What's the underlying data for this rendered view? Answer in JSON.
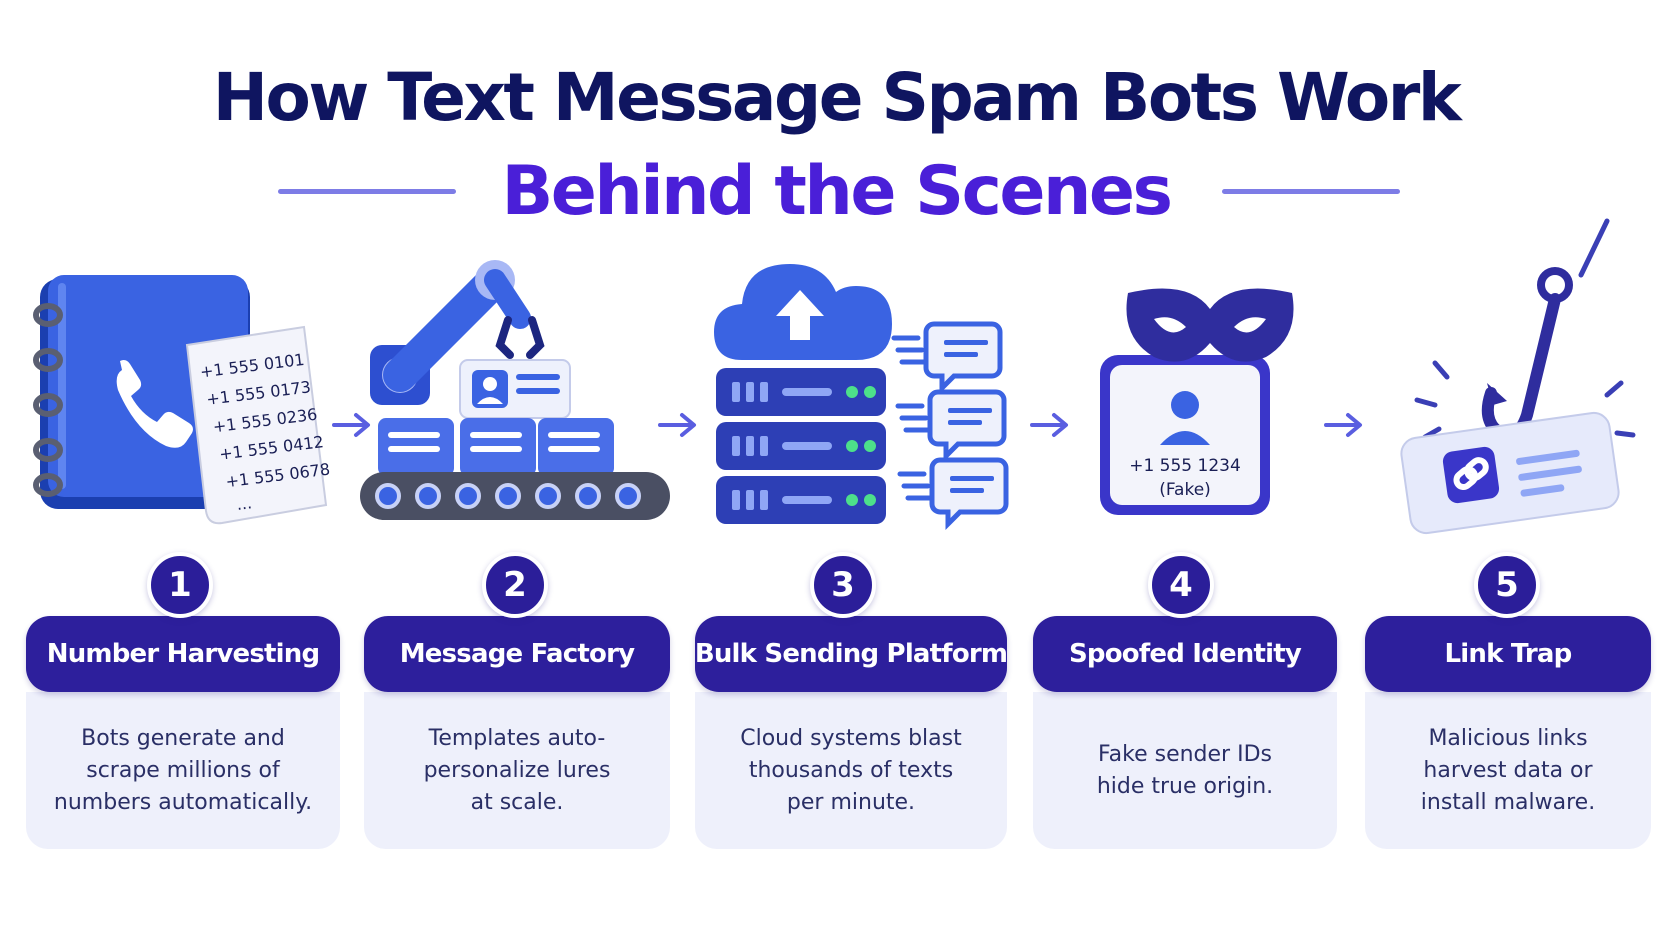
{
  "title": {
    "line1": "How Text Message Spam Bots Work",
    "line2": "Behind the Scenes"
  },
  "colors": {
    "navy": "#0f1560",
    "purple": "#4a1fd8",
    "badge": "#2b1e99",
    "card": "#eef0fb",
    "accent_blue": "#3b5be0"
  },
  "phone_numbers": [
    "+1 555 0101",
    "+1 555 0173",
    "+1 555 0236",
    "+1 555 0412",
    "+1 555 0678",
    "..."
  ],
  "fake_sender": {
    "number": "+1 555 1234",
    "tag": "(Fake)"
  },
  "steps": [
    {
      "number": "1",
      "title": "Number Harvesting",
      "description": "Bots generate and\nscrape millions of\nnumbers automatically.",
      "icon": "address-book-icon"
    },
    {
      "number": "2",
      "title": "Message Factory",
      "description": "Templates auto-\npersonalize lures\nat scale.",
      "icon": "robot-arm-icon"
    },
    {
      "number": "3",
      "title": "Bulk Sending Platform",
      "description": "Cloud systems blast\nthousands of texts\nper minute.",
      "icon": "cloud-server-icon"
    },
    {
      "number": "4",
      "title": "Spoofed Identity",
      "description": "Fake sender IDs\nhide true origin.",
      "icon": "mask-icon"
    },
    {
      "number": "5",
      "title": "Link Trap",
      "description": "Malicious links\nharvest data or\ninstall malware.",
      "icon": "fishing-hook-icon"
    }
  ]
}
